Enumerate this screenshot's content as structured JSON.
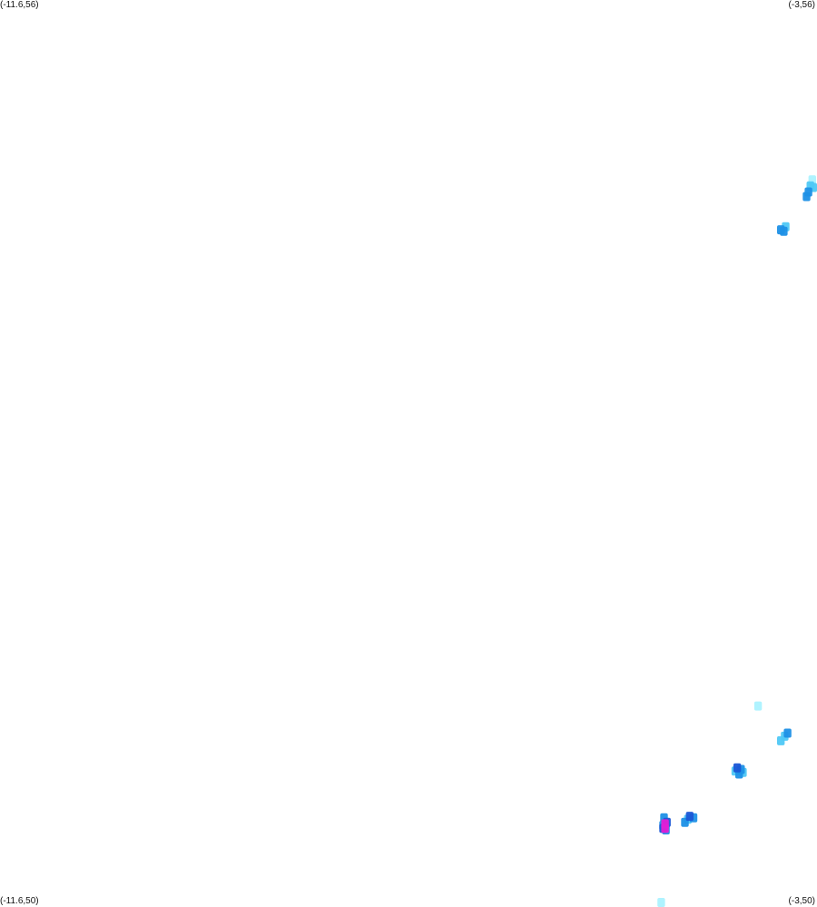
{
  "corners": {
    "top_left": "(-11.6,56)",
    "top_right": "(-3,56)",
    "bottom_left": "(-11.6,50)",
    "bottom_right": "(-3,50)"
  },
  "bounds": {
    "lon_min": -11.6,
    "lon_max": -3,
    "lat_min": 50,
    "lat_max": 56
  },
  "palette": {
    "low": "#a6f2ff",
    "medium_low": "#4fc8f5",
    "medium": "#1e90e6",
    "high": "#1a56d6",
    "peak": "#e01fd6"
  },
  "chart_data": {
    "type": "heatmap",
    "cell_size_deg": 0.08,
    "cells": [
      {
        "lon": -3.05,
        "lat": 54.81,
        "level": "low"
      },
      {
        "lon": -3.07,
        "lat": 54.77,
        "level": "medium_low"
      },
      {
        "lon": -3.09,
        "lat": 54.73,
        "level": "medium"
      },
      {
        "lon": -3.11,
        "lat": 54.7,
        "level": "medium"
      },
      {
        "lon": -3.03,
        "lat": 54.76,
        "level": "medium_low"
      },
      {
        "lon": -3.33,
        "lat": 54.5,
        "level": "medium_low"
      },
      {
        "lon": -3.35,
        "lat": 54.47,
        "level": "medium"
      },
      {
        "lon": -3.38,
        "lat": 54.48,
        "level": "medium"
      },
      {
        "lon": -3.62,
        "lat": 51.33,
        "level": "low"
      },
      {
        "lon": -3.34,
        "lat": 51.13,
        "level": "medium_low"
      },
      {
        "lon": -3.38,
        "lat": 51.1,
        "level": "medium_low"
      },
      {
        "lon": -3.31,
        "lat": 51.15,
        "level": "medium"
      },
      {
        "lon": -3.86,
        "lat": 50.9,
        "level": "medium_low"
      },
      {
        "lon": -3.8,
        "lat": 50.91,
        "level": "medium"
      },
      {
        "lon": -3.84,
        "lat": 50.92,
        "level": "high"
      },
      {
        "lon": -3.82,
        "lat": 50.88,
        "level": "medium"
      },
      {
        "lon": -3.78,
        "lat": 50.89,
        "level": "medium_low"
      },
      {
        "lon": -4.36,
        "lat": 50.58,
        "level": "medium_low"
      },
      {
        "lon": -4.3,
        "lat": 50.59,
        "level": "medium"
      },
      {
        "lon": -4.34,
        "lat": 50.6,
        "level": "high"
      },
      {
        "lon": -4.39,
        "lat": 50.56,
        "level": "medium"
      },
      {
        "lon": -4.61,
        "lat": 50.59,
        "level": "medium"
      },
      {
        "lon": -4.58,
        "lat": 50.56,
        "level": "high"
      },
      {
        "lon": -4.62,
        "lat": 50.54,
        "level": "medium"
      },
      {
        "lon": -4.59,
        "lat": 50.51,
        "level": "medium"
      },
      {
        "lon": -4.62,
        "lat": 50.52,
        "level": "high"
      },
      {
        "lon": -4.6,
        "lat": 50.55,
        "level": "peak"
      },
      {
        "lon": -4.6,
        "lat": 50.52,
        "level": "peak"
      },
      {
        "lon": -4.64,
        "lat": 50.0,
        "level": "low"
      }
    ]
  }
}
